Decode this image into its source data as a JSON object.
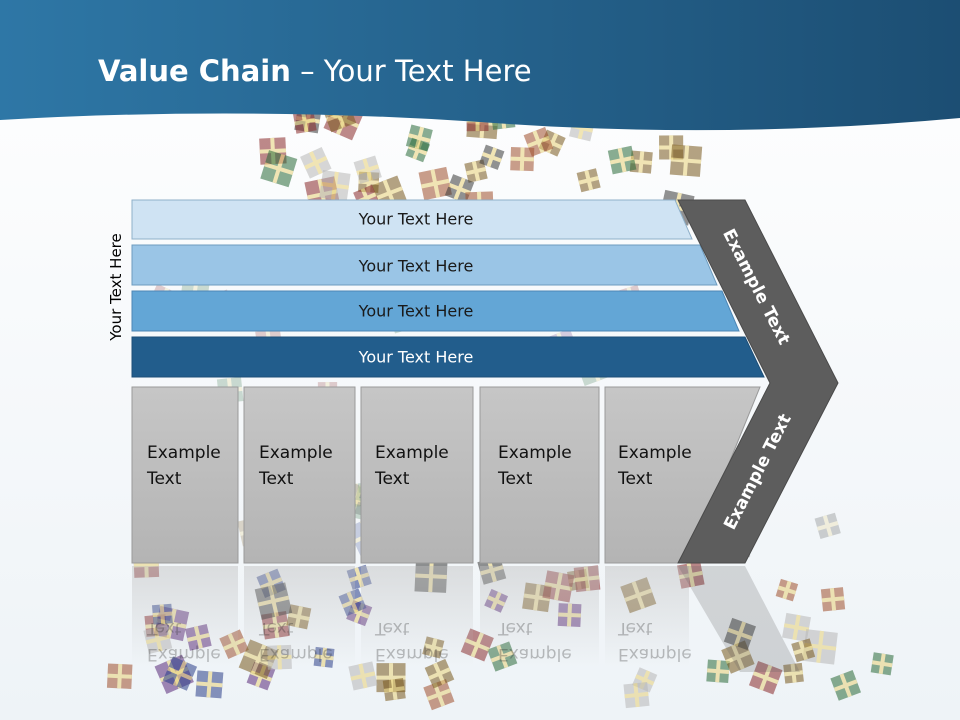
{
  "header": {
    "title_bold": "Value Chain",
    "title_rest": " – Your Text Here"
  },
  "side_label": "Your Text Here",
  "bands": [
    {
      "label": "Your Text Here"
    },
    {
      "label": "Your Text Here"
    },
    {
      "label": "Your Text Here"
    },
    {
      "label": "Your Text Here"
    }
  ],
  "columns": [
    {
      "line1": "Example",
      "line2": "Text"
    },
    {
      "line1": "Example",
      "line2": "Text"
    },
    {
      "line1": "Example",
      "line2": "Text"
    },
    {
      "line1": "Example",
      "line2": "Text"
    },
    {
      "line1": "Example",
      "line2": "Text"
    }
  ],
  "chevron": {
    "upper_label": "Example Text",
    "lower_label": "Example Text"
  },
  "colors": {
    "header_dark": "#1c4e73",
    "header_light": "#2e77a6",
    "band1": "#cfe3f3",
    "band2": "#9ac5e6",
    "band3": "#63a6d6",
    "band4": "#225d8c",
    "column_fill": "#bdbdbd",
    "chevron_fill": "#5d5d5d"
  }
}
